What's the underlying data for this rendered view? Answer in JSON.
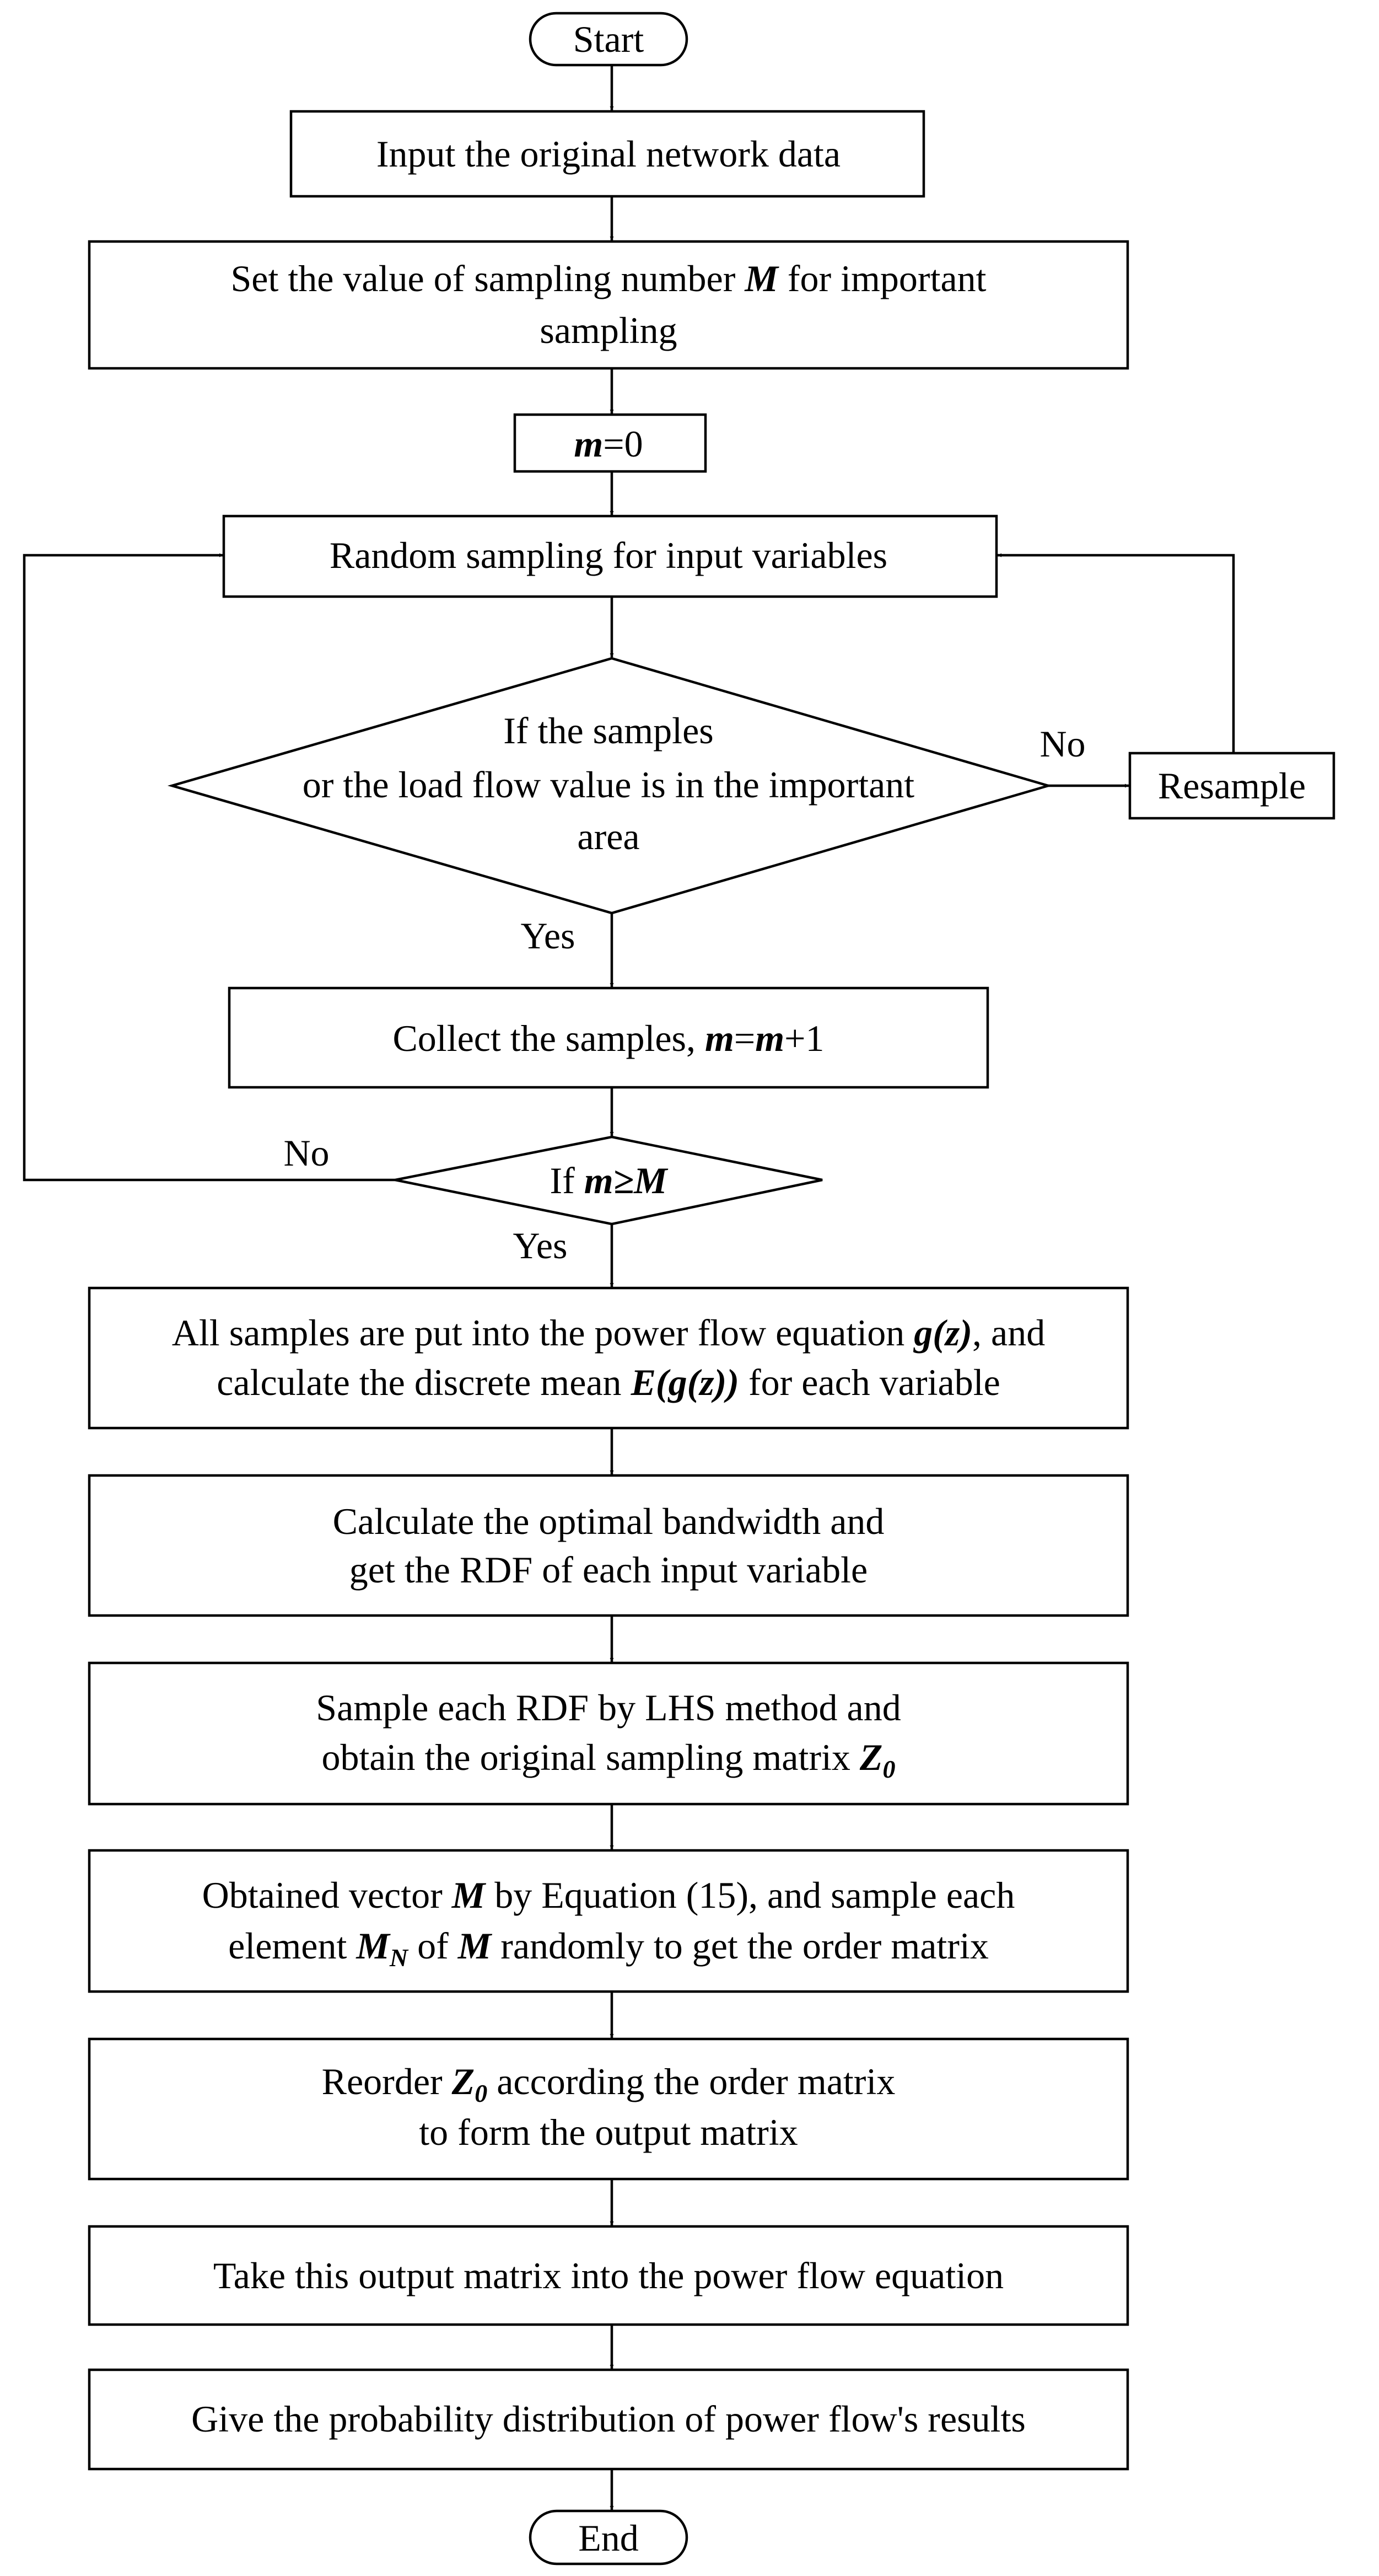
{
  "start": "Start",
  "end": "End",
  "steps": {
    "input_data": "Input the original network data",
    "set_m": {
      "line1_pre": "Set the value of sampling number ",
      "M": "M",
      "line1_post": " for important",
      "line2": "sampling"
    },
    "m_init": {
      "m": "m",
      "rest": "=0"
    },
    "random_sampling": "Random sampling for  input variables",
    "collect": {
      "pre": "Collect the samples, ",
      "m1": "m",
      "eq": "=",
      "m2": "m",
      "post": "+1"
    },
    "all_samples": {
      "line1_pre": "All samples are put into the power flow equation ",
      "g": "g(z)",
      "line1_post": ", and",
      "line2_pre": "calculate the discrete mean ",
      "E": "E(g(z))",
      "line2_post": "  for each variable"
    },
    "bandwidth": {
      "line1": "Calculate the optimal bandwidth and",
      "line2": "get the RDF of each input variable"
    },
    "lhs": {
      "line1": "Sample each RDF by LHS method and",
      "line2_pre": "obtain the original sampling matrix ",
      "Z": "Z",
      "Zsub": "0"
    },
    "vector": {
      "line1_pre": "Obtained vector ",
      "M": "M",
      "line1_post": " by Equation (15), and sample each",
      "line2_pre": "element ",
      "MN": "M",
      "MNsub": "N",
      "line2_mid": " of ",
      "M2": "M",
      "line2_post": " randomly to get the order matrix"
    },
    "reorder": {
      "line1_pre": "Reorder ",
      "Z": "Z",
      "Zsub": "0",
      "line1_post": " according the order matrix",
      "line2": "to form the output matrix"
    },
    "take_output": "Take this output matrix into the power flow equation",
    "give_prob": "Give the probability distribution of power flow's results",
    "resample": "Resample"
  },
  "decisions": {
    "important_area": {
      "line1": "If the samples",
      "line2": "or the load flow value is in the important",
      "line3": "area"
    },
    "m_ge_M": {
      "pre": "If ",
      "m": "m",
      "op": "≥",
      "M": "M"
    }
  },
  "branch_labels": {
    "no_area": "No",
    "yes_area": "Yes",
    "no_m": "No",
    "yes_m": "Yes"
  }
}
